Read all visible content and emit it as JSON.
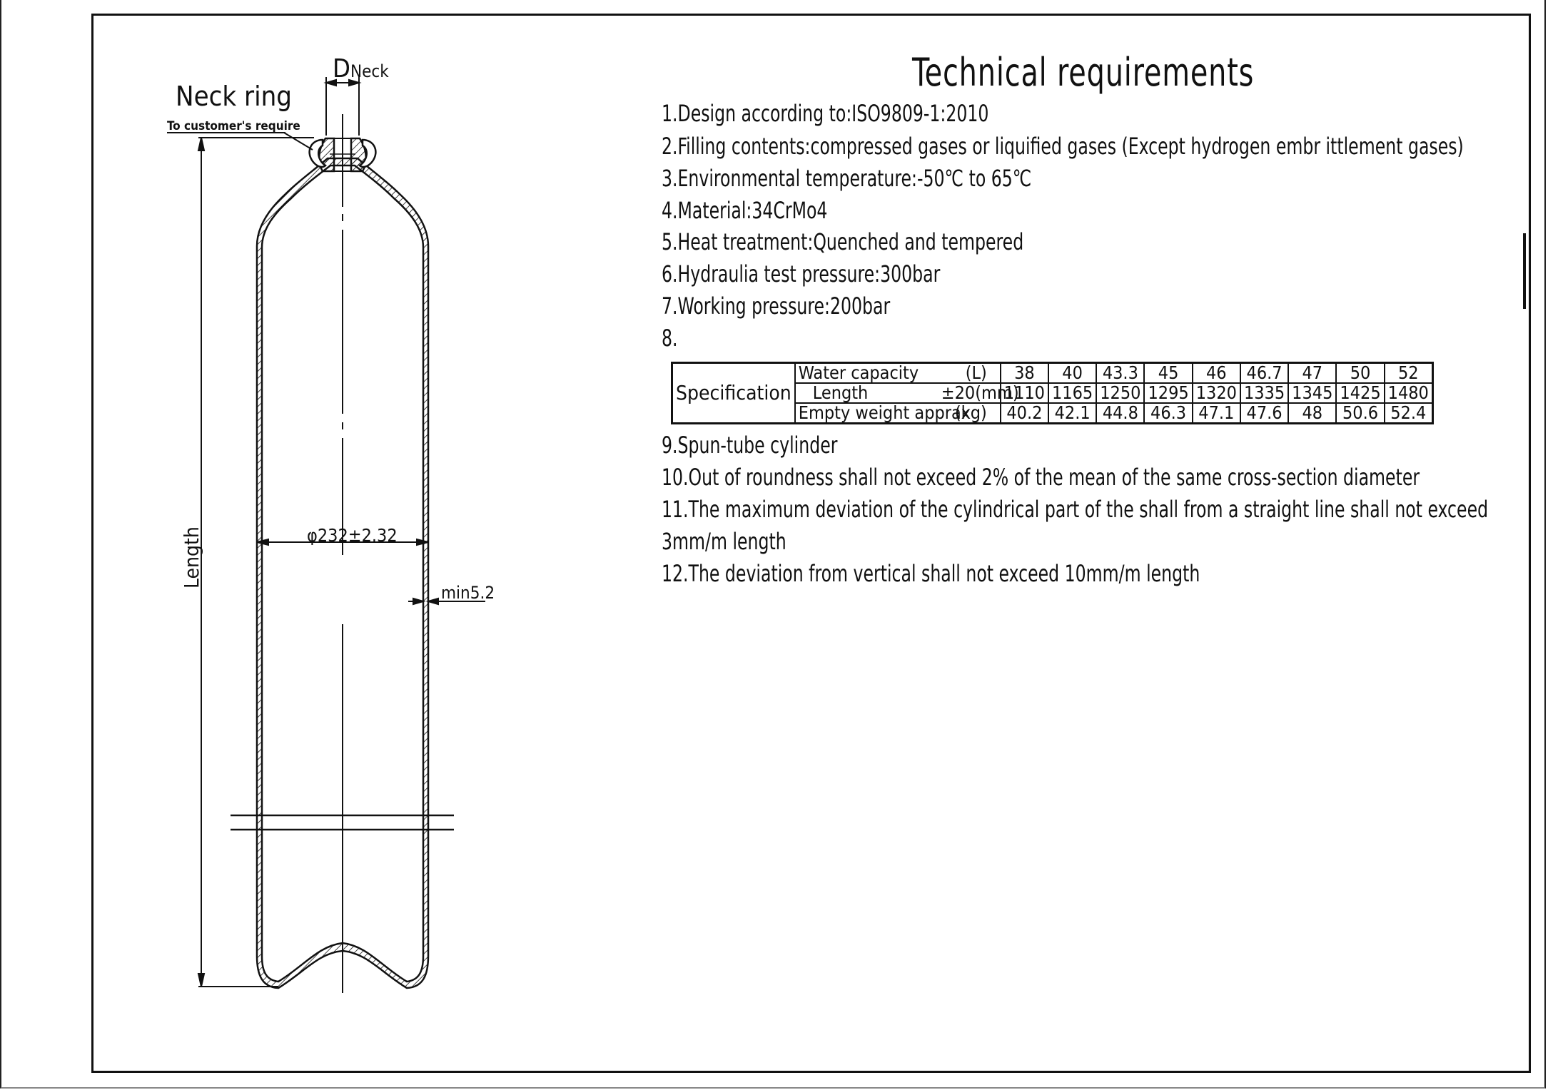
{
  "drawing": {
    "labels": {
      "neck_ring": "Neck ring",
      "customer_note": "To customer's require",
      "d_main": "D",
      "d_sub": "Neck",
      "length": "Length",
      "diameter": "φ232±2.32",
      "wall": "min5.2"
    }
  },
  "requirements": {
    "title": "Technical  requirements",
    "items": [
      "1.Design according to:ISO9809-1:2010",
      "2.Filling contents:compressed gases or liquified gases (Except hydrogen embr ittlement gases)",
      "3.Environmental temperature:-50℃ to 65℃",
      "4.Material:34CrMo4",
      "5.Heat treatment:Quenched and tempered",
      "6.Hydraulia test pressure:300bar",
      "7.Working pressure:200bar",
      "8."
    ],
    "items_after": [
      "9.Spun-tube cylinder",
      "10.Out of roundness shall not exceed 2% of the mean of the same cross-section diameter",
      "11.The maximum deviation of the cylindrical part of the shall from a straight line shall not exceed",
      "3mm/m length",
      "12.The deviation from vertical shall not exceed 10mm/m length"
    ]
  },
  "spec_table": {
    "header": "Specification",
    "rows": [
      {
        "name": "Water capacity",
        "unit": "(L)",
        "values": [
          "38",
          "40",
          "43.3",
          "45",
          "46",
          "46.7",
          "47",
          "50",
          "52"
        ]
      },
      {
        "name": "Length",
        "unit": "±20(mm)",
        "values": [
          "1110",
          "1165",
          "1250",
          "1295",
          "1320",
          "1335",
          "1345",
          "1425",
          "1480"
        ]
      },
      {
        "name": "Empty weight apprax",
        "unit": "(kg)",
        "values": [
          "40.2",
          "42.1",
          "44.8",
          "46.3",
          "47.1",
          "47.6",
          "48",
          "50.6",
          "52.4"
        ]
      }
    ]
  }
}
